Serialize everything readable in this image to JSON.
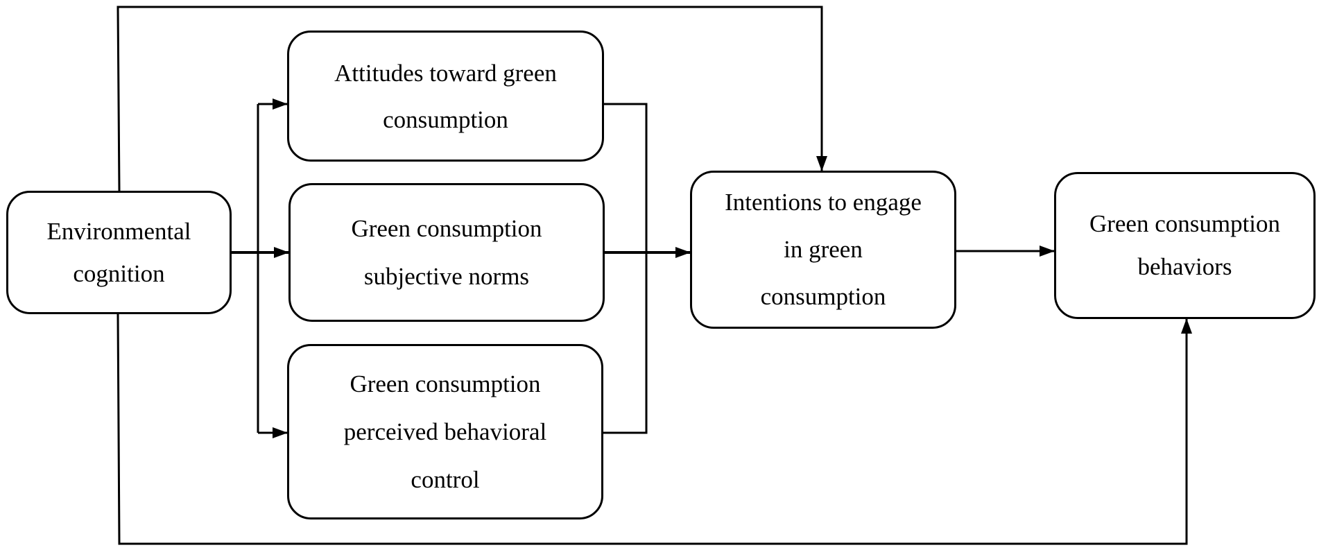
{
  "diagram": {
    "nodes": {
      "environmental_cognition": {
        "lines": [
          "Environmental",
          "cognition"
        ]
      },
      "attitudes": {
        "lines": [
          "Attitudes toward green",
          "consumption"
        ]
      },
      "subjective_norms": {
        "lines": [
          "Green consumption",
          "subjective norms"
        ]
      },
      "perceived_behavioral_control": {
        "lines": [
          "Green consumption",
          "perceived behavioral",
          "control"
        ]
      },
      "intentions": {
        "lines": [
          "Intentions to engage",
          "in green",
          "consumption"
        ]
      },
      "behaviors": {
        "lines": [
          "Green consumption",
          "behaviors"
        ]
      }
    },
    "edges": [
      {
        "from": "environmental_cognition",
        "to": "attitudes"
      },
      {
        "from": "environmental_cognition",
        "to": "subjective_norms"
      },
      {
        "from": "environmental_cognition",
        "to": "perceived_behavioral_control"
      },
      {
        "from": "attitudes",
        "to": "intentions"
      },
      {
        "from": "subjective_norms",
        "to": "intentions"
      },
      {
        "from": "perceived_behavioral_control",
        "to": "intentions"
      },
      {
        "from": "environmental_cognition",
        "to": "intentions"
      },
      {
        "from": "intentions",
        "to": "behaviors"
      },
      {
        "from": "environmental_cognition",
        "to": "behaviors"
      }
    ],
    "colors": {
      "stroke": "#000000",
      "background": "#ffffff"
    }
  }
}
